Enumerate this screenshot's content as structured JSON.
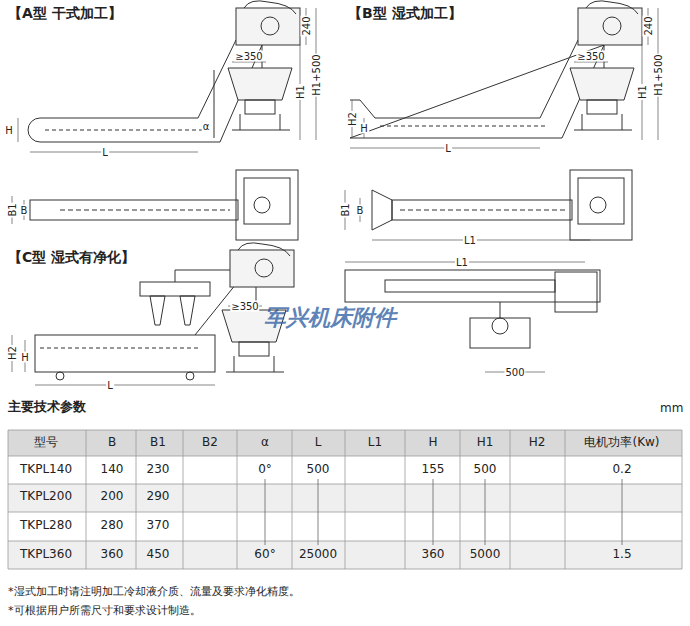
{
  "diagram": {
    "labels": [
      "【A型 干式加工】",
      "240",
      "≥350",
      "H1+500",
      "H1",
      "H",
      "α",
      "L",
      "B1",
      "B",
      "【B型 湿式加工】",
      "240",
      "≥350",
      "H1+500",
      "H1",
      "H2",
      "H",
      "L",
      "B1",
      "B",
      "L1",
      "【C型 湿式有净化】",
      "≥350",
      "H2",
      "H",
      "L",
      "L1",
      "500",
      "军兴机床附件",
      "主要技术参数",
      "mm",
      "型号",
      "B",
      "B1",
      "B2",
      "α",
      "L",
      "L1",
      "H",
      "H1",
      "H2",
      "电机功率(Kw)",
      "TKPL140",
      "140",
      "230",
      "0°",
      "500",
      "155",
      "500",
      "0.2",
      "TKPL200",
      "200",
      "290",
      "TKPL280",
      "280",
      "370",
      "TKPL360",
      "360",
      "450",
      "60°",
      "25000",
      "360",
      "5000",
      "1.5",
      "*湿式加工时请注明加工冷却液介质、流量及要求净化精度。",
      "*可根据用户所需尺寸和要求设计制造。"
    ]
  }
}
